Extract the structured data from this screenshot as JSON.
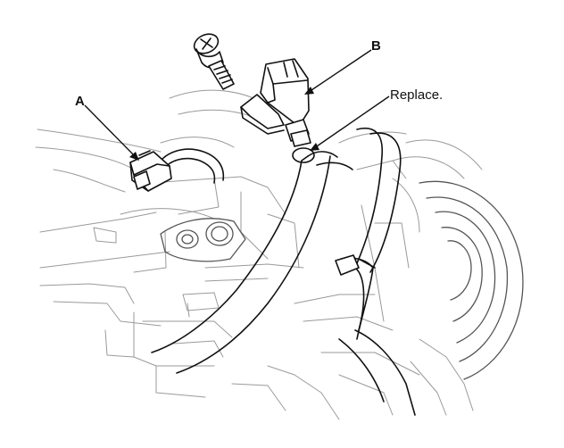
{
  "callouts": {
    "a": "A",
    "b": "B",
    "replace": "Replace."
  }
}
